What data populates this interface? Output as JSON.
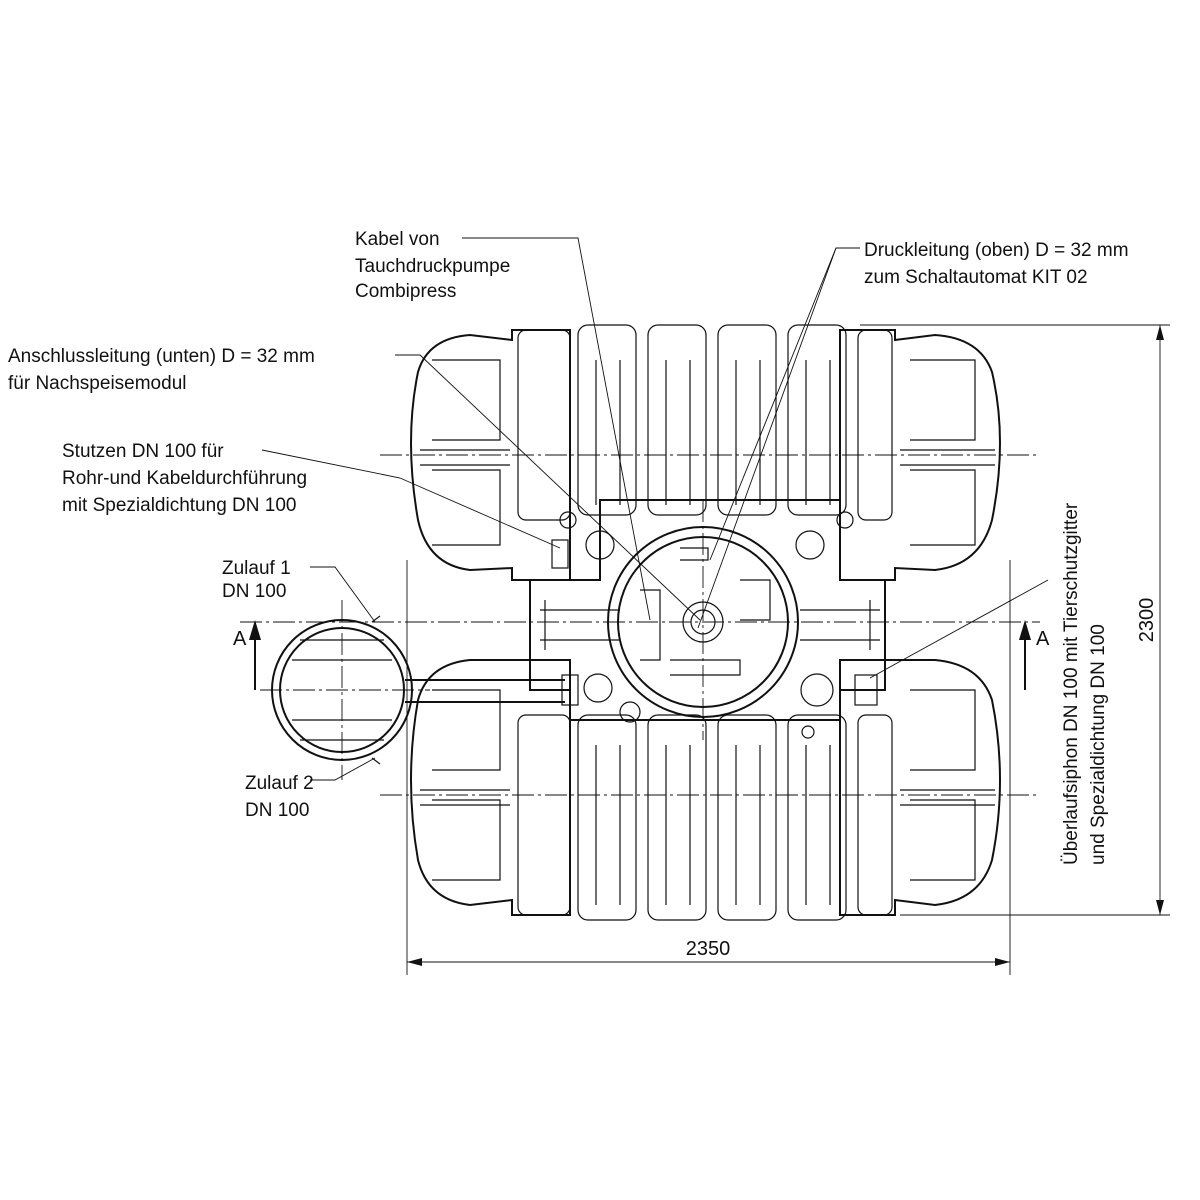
{
  "labels": {
    "kabel": [
      "Kabel von",
      "Tauchdruckpumpe",
      "Combipress"
    ],
    "druckleitung": [
      "Druckleitung (oben) D = 32 mm",
      "zum Schaltautomat KIT 02"
    ],
    "anschluss": [
      "Anschlussleitung (unten) D = 32 mm",
      "für Nachspeisemodul"
    ],
    "stutzen": [
      "Stutzen DN 100 für",
      "Rohr-und Kabeldurchführung",
      "mit Spezialdichtung DN 100"
    ],
    "zulauf1": [
      "Zulauf 1",
      "DN 100"
    ],
    "zulauf2": [
      "Zulauf 2",
      "DN 100"
    ],
    "ueberlauf": [
      "Überlaufsiphon DN 100 mit Tierschutzgitter",
      "und Spezialdichtung DN 100"
    ],
    "section_left": "A",
    "section_right": "A"
  },
  "dimensions": {
    "width": "2350",
    "height": "2300"
  }
}
